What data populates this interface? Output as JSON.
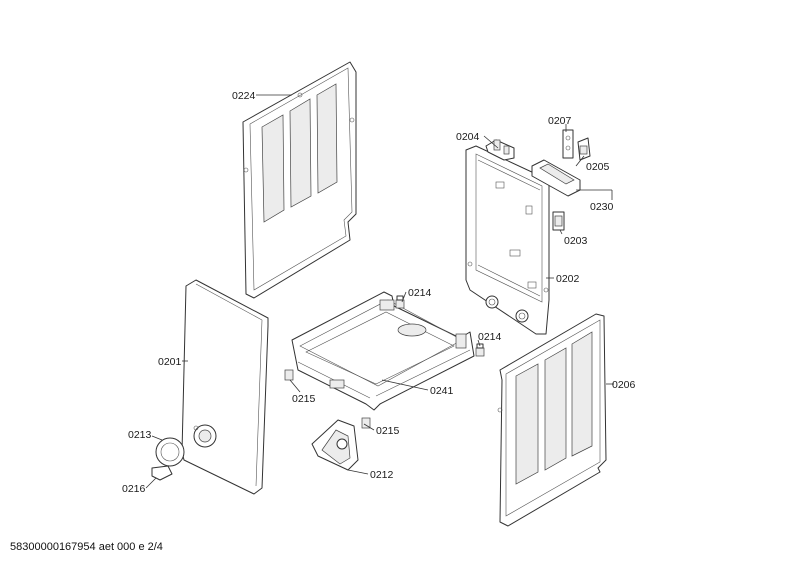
{
  "labels": {
    "p0224": "0224",
    "p0204": "0204",
    "p0207": "0207",
    "p0205": "0205",
    "p0230": "0230",
    "p0203": "0203",
    "p0202": "0202",
    "p0214a": "0214",
    "p0214b": "0214",
    "p0201": "0201",
    "p0206": "0206",
    "p0215a": "0215",
    "p0241": "0241",
    "p0215b": "0215",
    "p0213": "0213",
    "p0212": "0212",
    "p0216": "0216"
  },
  "footer": "58300000167954 aet 000 e 2/4"
}
